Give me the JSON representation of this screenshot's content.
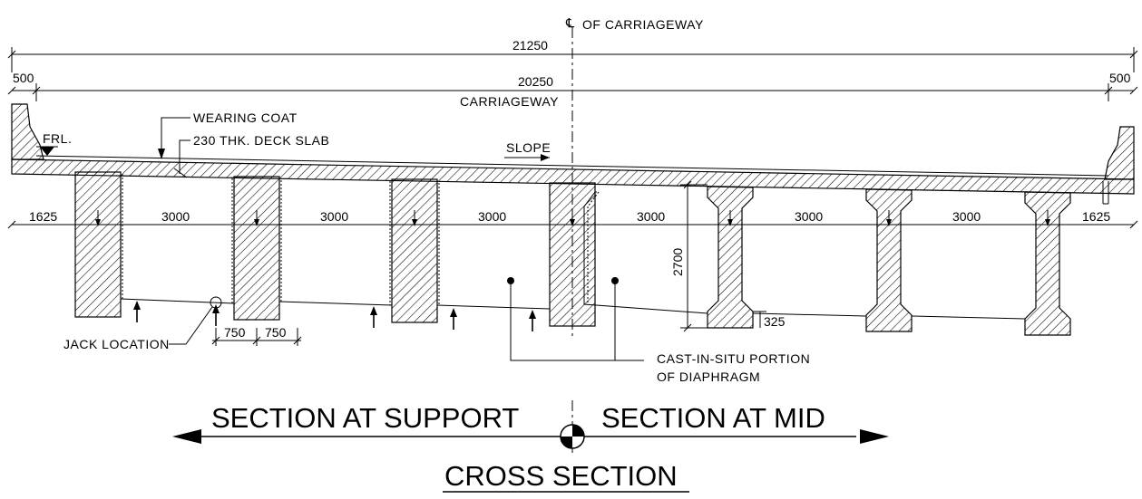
{
  "centerline": {
    "symbol": "℄",
    "label": "OF CARRIAGEWAY"
  },
  "dimensions": {
    "overall": "21250",
    "carriageway": "20250",
    "carriageway_label": "CARRIAGEWAY",
    "crash_barrier_left": "500",
    "crash_barrier_right": "500",
    "girder_spacing": [
      "1625",
      "3000",
      "3000",
      "3000",
      "3000",
      "3000",
      "3000",
      "1625"
    ],
    "girder_depth": "2700",
    "bottom_flange": "325",
    "jack_offset_left": "750",
    "jack_offset_right": "750"
  },
  "annotations": {
    "frl": "FRL.",
    "wearing_coat": "WEARING COAT",
    "deck_slab": "230 THK. DECK SLAB",
    "slope": "SLOPE",
    "jack_location": "JACK LOCATION",
    "cast_in_situ_line1": "CAST-IN-SITU PORTION",
    "cast_in_situ_line2": "OF DIAPHRAGM"
  },
  "titles": {
    "support": "SECTION AT SUPPORT",
    "mid": "SECTION AT MID",
    "main": "CROSS SECTION"
  }
}
